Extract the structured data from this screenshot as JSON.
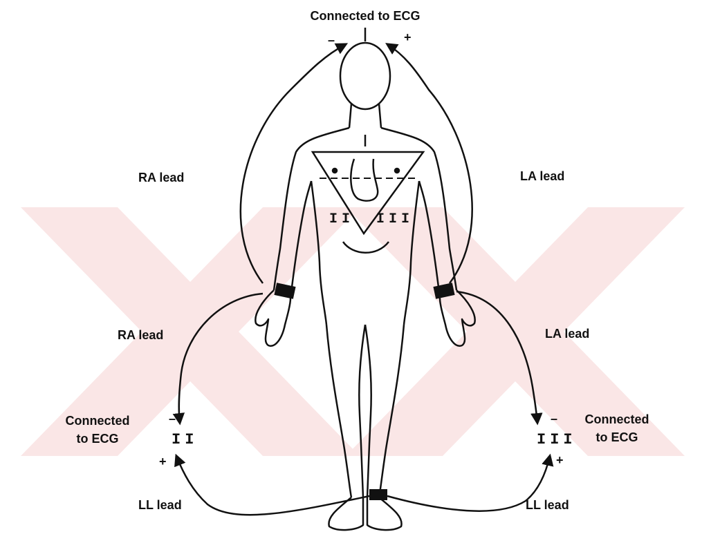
{
  "top_connection": {
    "label": "Connected to ECG",
    "lead_number": "I",
    "minus": "–",
    "plus": "+"
  },
  "left_connection": {
    "label_line1": "Connected",
    "label_line2": "to ECG",
    "lead_number": "II",
    "minus": "–",
    "plus": "+"
  },
  "right_connection": {
    "label_line1": "Connected",
    "label_line2": "to ECG",
    "lead_number": "III",
    "minus": "–",
    "plus": "+"
  },
  "wire_labels": {
    "ra_upper": "RA lead",
    "la_upper": "LA lead",
    "ra_lower": "RA lead",
    "la_lower": "LA lead",
    "ll_left": "LL lead",
    "ll_right": "LL lead"
  },
  "triangle": {
    "top": "I",
    "left": "II",
    "right": "III"
  },
  "colors": {
    "ink": "#111111",
    "watermark": "#f6d2d2"
  }
}
